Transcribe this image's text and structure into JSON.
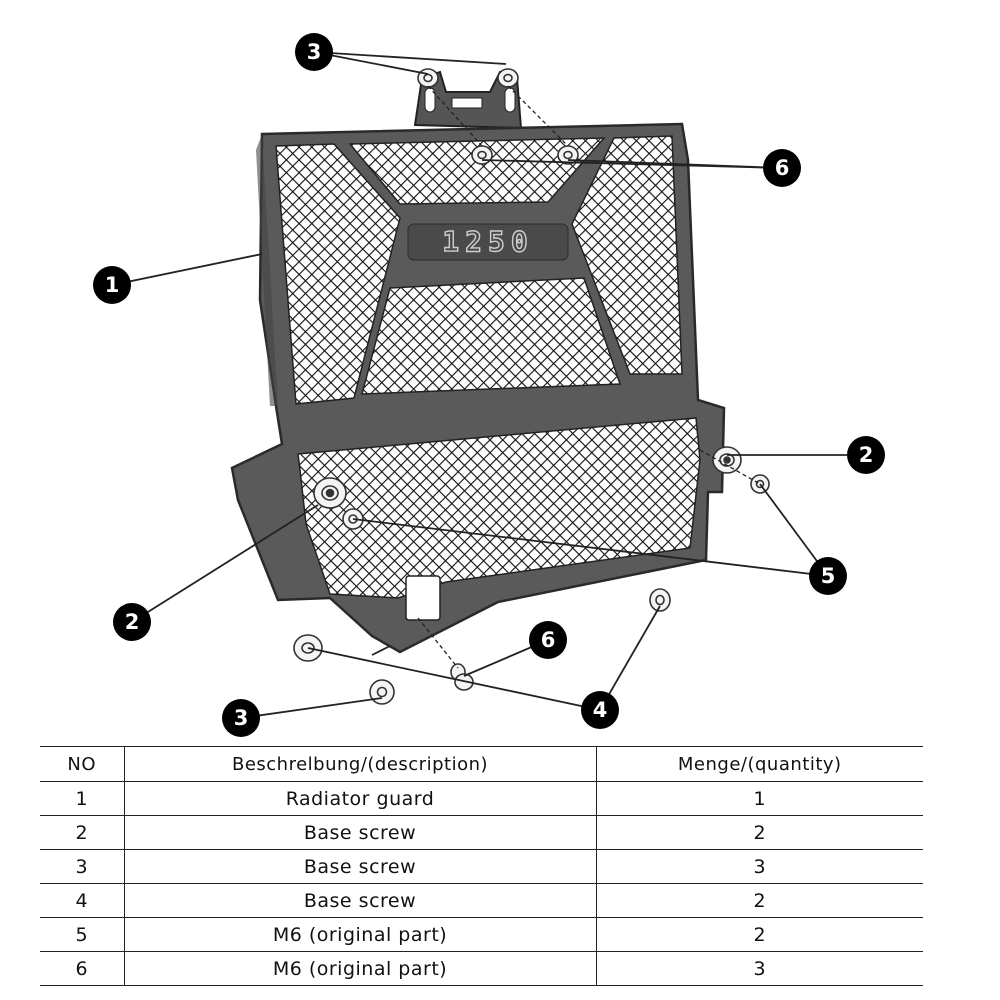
{
  "diagram": {
    "callouts": [
      "1",
      "2",
      "2",
      "3",
      "3",
      "4",
      "5",
      "6",
      "6"
    ],
    "emblem": "1250"
  },
  "table": {
    "headers": {
      "no": "NO",
      "description": "Beschrelbung/(description)",
      "quantity": "Menge/(quantity)"
    },
    "rows": [
      {
        "no": "1",
        "description": "Radiator guard",
        "quantity": "1"
      },
      {
        "no": "2",
        "description": "Base screw",
        "quantity": "2"
      },
      {
        "no": "3",
        "description": "Base screw",
        "quantity": "3"
      },
      {
        "no": "4",
        "description": "Base screw",
        "quantity": "2"
      },
      {
        "no": "5",
        "description": "M6 (original part)",
        "quantity": "2"
      },
      {
        "no": "6",
        "description": "M6 (original part)",
        "quantity": "3"
      }
    ]
  },
  "colors": {
    "guard_body": "#5a5a5a",
    "guard_edge": "#2a2a2a",
    "mesh_bg": "#ffffff",
    "mesh_line": "#111111",
    "callout_bg": "#000000"
  }
}
